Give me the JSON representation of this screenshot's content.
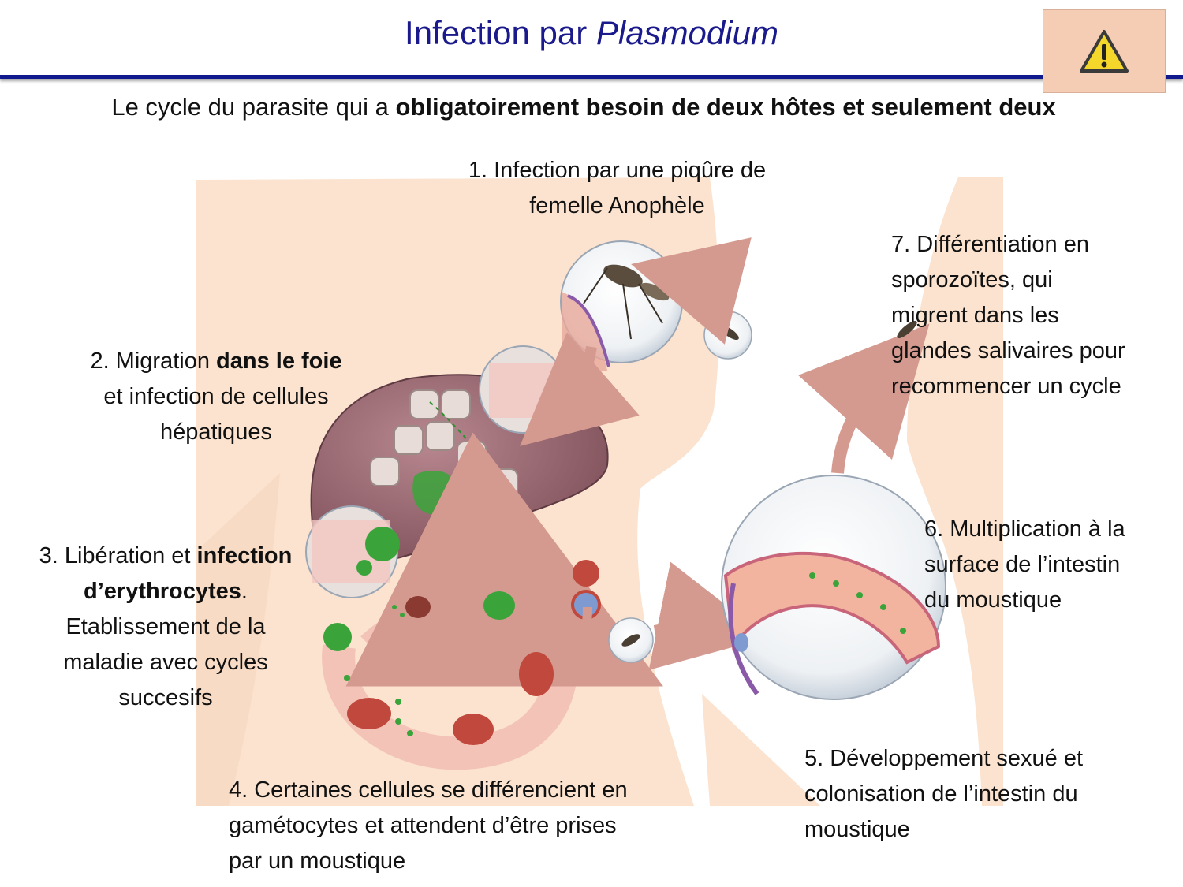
{
  "header": {
    "title_prefix": "Infection par ",
    "title_italic": "Plasmodium",
    "warning_icon": "warning-triangle-icon"
  },
  "subtitle": {
    "prefix": "Le cycle du parasite qui a ",
    "bold": "obligatoirement besoin de deux hôtes et seulement deux"
  },
  "steps": {
    "s1": {
      "line1": "1. Infection par une piqûre de",
      "line2": "femelle Anophèle"
    },
    "s2": {
      "pre": "2. Migration ",
      "bold": "dans le foie",
      "line2": "et infection de cellules",
      "line3": "hépatiques"
    },
    "s3": {
      "pre": "3. Libération et ",
      "bold1": "infection",
      "bold2": "d’erythrocytes",
      "post": ".",
      "line3": "Etablissement de la",
      "line4": "maladie avec cycles",
      "line5": "succesifs"
    },
    "s4": {
      "line1": "4. Certaines cellules se différencient en",
      "line2": "gamétocytes et attendent d’être prises",
      "line3": "par un moustique"
    },
    "s5": {
      "line1": "5. Développement sexué et",
      "line2": "colonisation de l’intestin du",
      "line3": "moustique"
    },
    "s6": {
      "line1": "6. Multiplication à la",
      "line2": "surface de l’intestin",
      "line3": "du moustique"
    },
    "s7": {
      "line1": "7. Différentiation en",
      "line2": "sporozoïtes, qui",
      "line3": "migrent dans les",
      "line4": "glandes salivaires pour",
      "line5": "recommencer un cycle"
    }
  },
  "colors": {
    "title": "#1a1a8c",
    "rule": "#101a8c",
    "body_silhouette": "#fbe3cf",
    "liver": "#8e5f68",
    "arrow": "#d49a90",
    "parasite": "#3aa43a",
    "warning_box": "#f4cdb4"
  }
}
